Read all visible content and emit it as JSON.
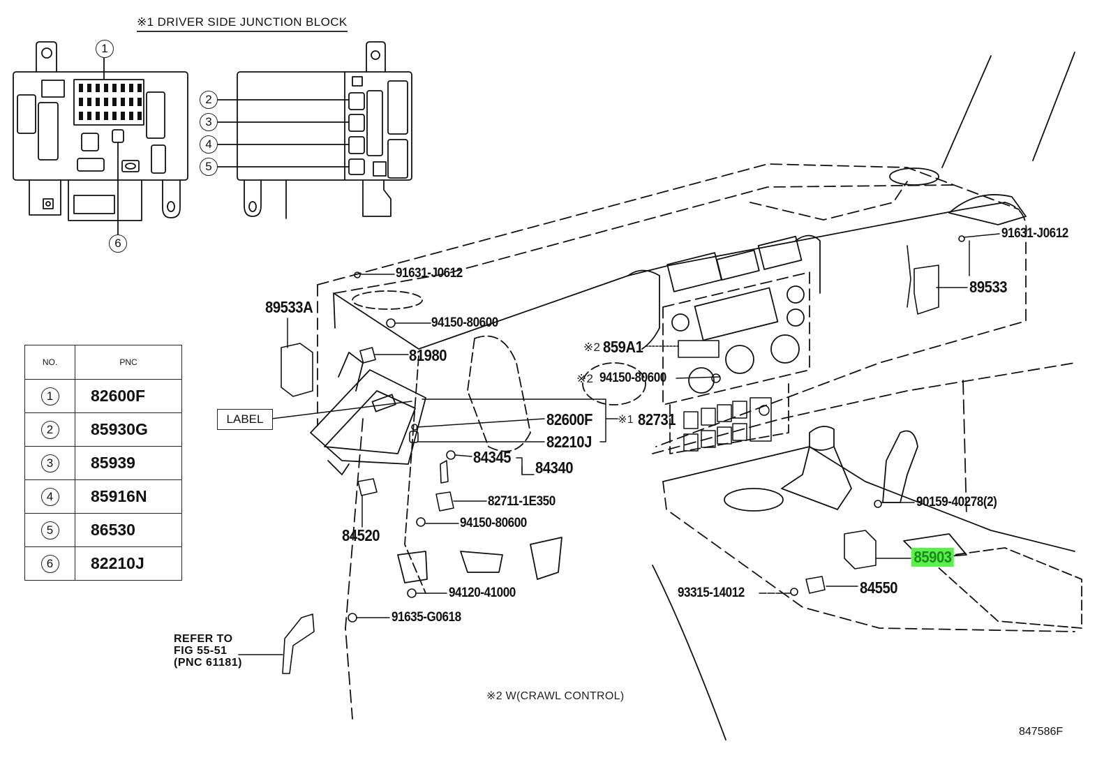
{
  "diagram": {
    "title": "※1 DRIVER SIDE JUNCTION BLOCK",
    "figure_id": "847586F",
    "footnote": "※2  W(CRAWL CONTROL)",
    "label_box": "LABEL",
    "refer_note": [
      "REFER TO",
      "FIG 55-51",
      "(PNC 61181)"
    ],
    "junction_block_callouts": [
      "1",
      "2",
      "3",
      "4",
      "5",
      "6"
    ],
    "highlight_color": "#5cf04f",
    "highlighted_part": "85903"
  },
  "pnc_table": {
    "headers": [
      "NO.",
      "PNC"
    ],
    "rows": [
      {
        "no": "1",
        "pnc": "82600F"
      },
      {
        "no": "2",
        "pnc": "85930G"
      },
      {
        "no": "3",
        "pnc": "85939"
      },
      {
        "no": "4",
        "pnc": "85916N"
      },
      {
        "no": "5",
        "pnc": "86530"
      },
      {
        "no": "6",
        "pnc": "82210J"
      }
    ]
  },
  "part_labels": {
    "p91631_left": "91631-J0612",
    "p91631_right": "91631-J0612",
    "p89533A": "89533A",
    "p89533": "89533",
    "p94150_top": "94150-80600",
    "p81980": "81980",
    "p859A1_prefix": "※2",
    "p859A1": "859A1",
    "p94150_mid_prefix": "※2",
    "p94150_mid": "94150-80600",
    "p82600F": "82600F",
    "p82731_prefix": "※1",
    "p82731": "82731",
    "p82210J": "82210J",
    "p84345": "84345",
    "p84340": "84340",
    "p82711": "82711-1E350",
    "p94150_low": "94150-80600",
    "p84520": "84520",
    "p94120": "94120-41000",
    "p91635": "91635-G0618",
    "p90159": "90159-40278(2)",
    "p85903": "85903",
    "p93315": "93315-14012",
    "p84550": "84550"
  }
}
